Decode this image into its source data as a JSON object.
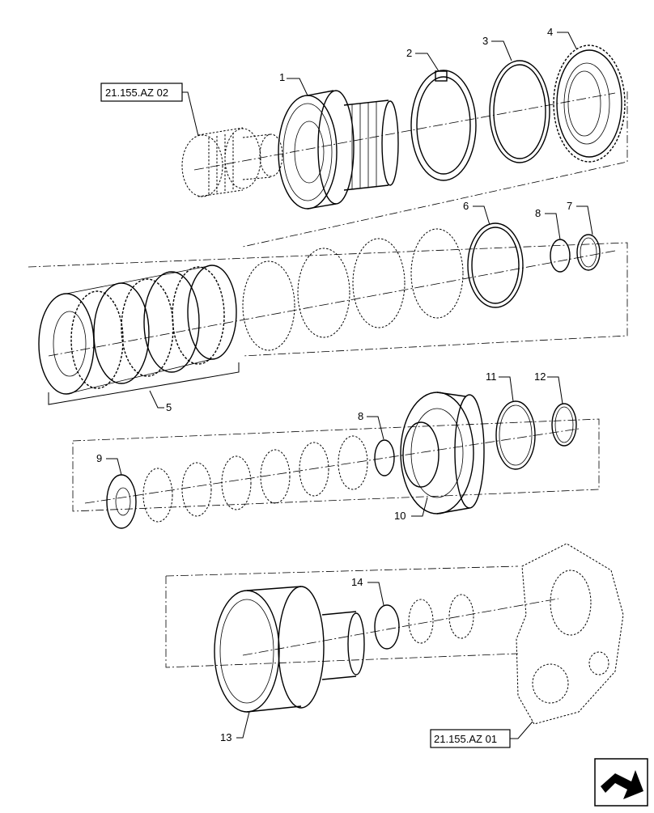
{
  "callouts": {
    "c1": "1",
    "c2": "2",
    "c3": "3",
    "c4": "4",
    "c5": "5",
    "c6": "6",
    "c7": "7",
    "c8a": "8",
    "c8b": "8",
    "c9": "9",
    "c10": "10",
    "c11": "11",
    "c12": "12",
    "c13": "13",
    "c14": "14"
  },
  "references": {
    "top": "21.155.AZ 02",
    "bottom": "21.155.AZ 01"
  },
  "icons": {
    "nav": "next-page-arrow-icon"
  }
}
